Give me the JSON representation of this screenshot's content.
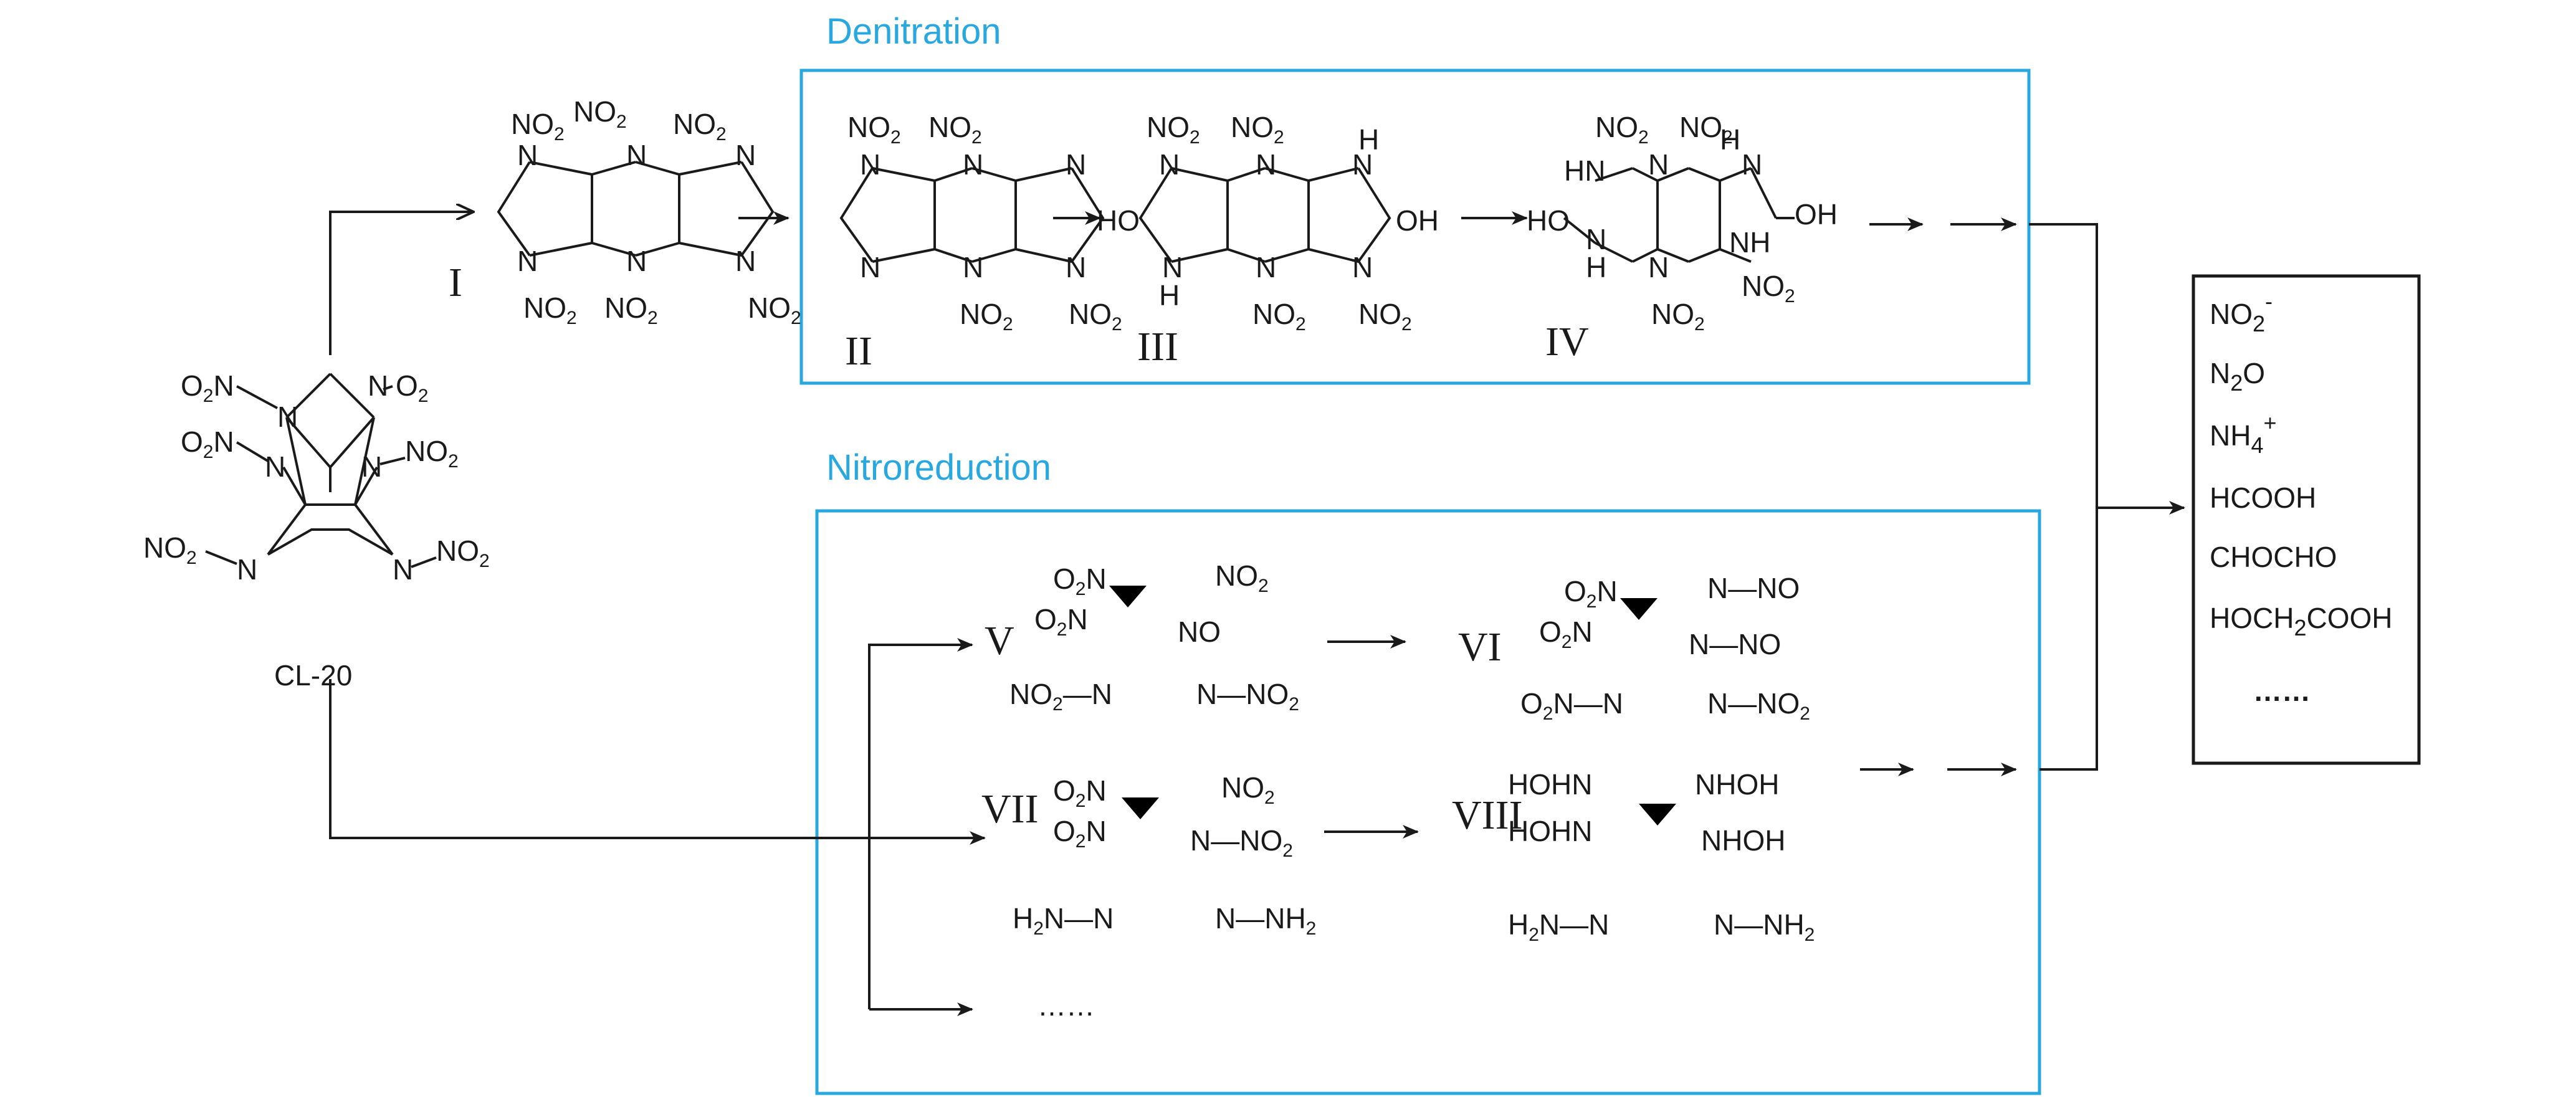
{
  "sections": {
    "denitration": {
      "title": "Denitration",
      "color": "#29a8e0"
    },
    "nitroreduction": {
      "title": "Nitroreduction",
      "color": "#29a8e0"
    }
  },
  "compounds": {
    "start": {
      "label": "CL-20"
    },
    "roman": [
      "I",
      "II",
      "III",
      "IV",
      "V",
      "VI",
      "VII",
      "VIII"
    ]
  },
  "products": {
    "items": [
      "NO2-",
      "N2O",
      "NH4+",
      "HCOOH",
      "CHOCHO",
      "HOCH2COOH"
    ],
    "more": "……"
  },
  "ellipsis": "……",
  "atoms": {
    "nitro": "NO2",
    "nitroso": "NO",
    "hydroxylamino": "NHOH",
    "amino": "NH2",
    "n": "N",
    "h": "H",
    "oh": "OH",
    "ho": "HO",
    "nh": "NH",
    "hn": "HN"
  },
  "chart_data": {
    "type": "diagram",
    "nodes": [
      "CL-20",
      "I",
      "II",
      "III",
      "IV",
      "V",
      "VI",
      "VII",
      "VIII",
      "NO2-",
      "N2O",
      "NH4+",
      "HCOOH",
      "CHOCHO",
      "HOCH2COOH"
    ],
    "groups": [
      "Denitration",
      "Nitroreduction"
    ]
  }
}
